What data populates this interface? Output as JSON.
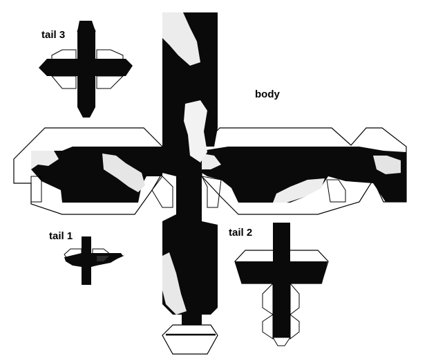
{
  "labels": {
    "tail3": "tail 3",
    "body": "body",
    "tail1": "tail 1",
    "tail2": "tail 2"
  },
  "colors": {
    "background": "#ffffff",
    "fill_dark": "#0a0a0a",
    "fill_light": "#ececec",
    "outline": "#000000"
  }
}
